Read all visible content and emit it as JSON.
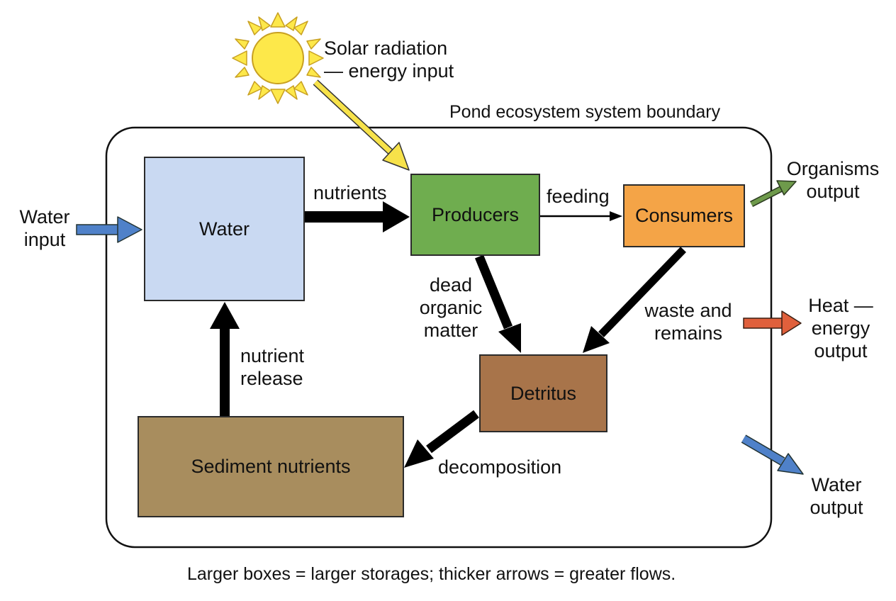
{
  "boundary_label": "Pond ecosystem system boundary",
  "stores": {
    "water": "Water",
    "producers": "Producers",
    "consumers": "Consumers",
    "detritus": "Detritus",
    "sediment": "Sediment nutrients"
  },
  "flows": {
    "nutrients": "nutrients",
    "feeding": "feeding",
    "dead_organic_matter": [
      "dead",
      "organic",
      "matter"
    ],
    "waste_and_remains": [
      "waste and",
      "remains"
    ],
    "nutrient_release": [
      "nutrient",
      "release"
    ],
    "decomposition": "decomposition"
  },
  "inputs_outputs": {
    "solar": [
      "Solar radiation",
      "— energy input"
    ],
    "water_input": [
      "Water",
      "input"
    ],
    "organisms_output": [
      "Organisms",
      "output"
    ],
    "heat_output": [
      "Heat —",
      "energy",
      "output"
    ],
    "water_output": [
      "Water",
      "output"
    ]
  },
  "caption": "Larger boxes = larger storages; thicker arrows = greater flows.",
  "colors": {
    "water": "#c9d9f2",
    "producers": "#6fad4f",
    "consumers": "#f4a447",
    "detritus": "#a8744a",
    "sediment": "#a88d5e",
    "sun": "#fde84a",
    "solar_arrow": "#f7e24a",
    "water_arrow": "#4f81c9",
    "organisms_arrow": "#6e9a4b",
    "heat_arrow": "#e0603c"
  }
}
